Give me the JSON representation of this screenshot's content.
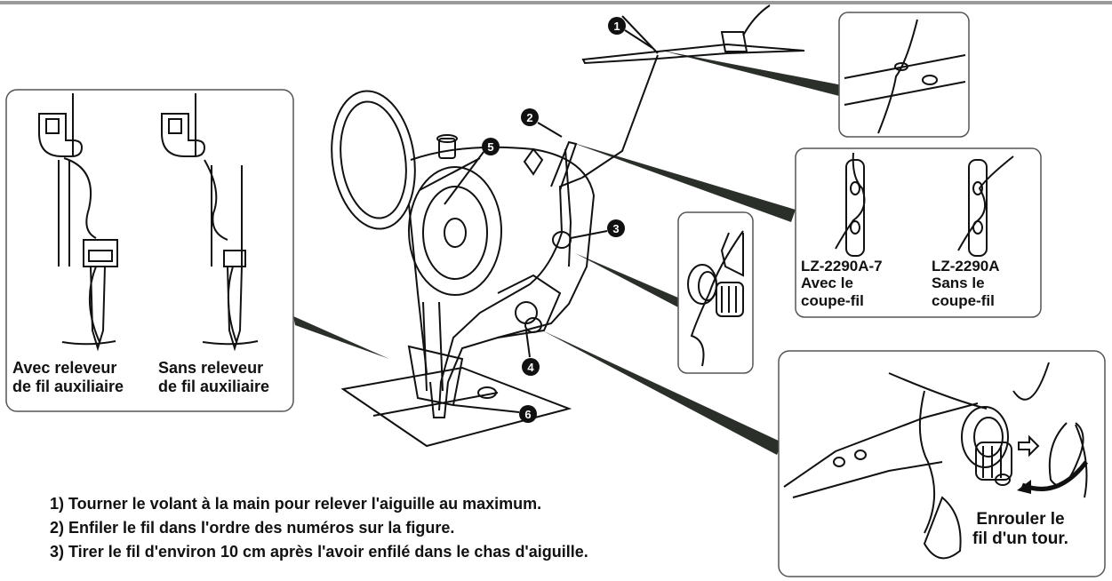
{
  "markers": [
    "1",
    "2",
    "3",
    "4",
    "5",
    "6"
  ],
  "left_box": {
    "left_caption": [
      "Avec releveur",
      "de fil auxiliaire"
    ],
    "right_caption": [
      "Sans releveur",
      "de fil auxiliaire"
    ]
  },
  "guide_box": {
    "left_caption": [
      "LZ-2290A-7",
      "Avec le",
      "coupe-fil"
    ],
    "right_caption": [
      "LZ-2290A",
      "Sans le",
      "coupe-fil"
    ]
  },
  "winder_box": {
    "caption": [
      "Enrouler le",
      "fil d'un tour."
    ]
  },
  "instructions": [
    "1) Tourner le volant à la main pour relever l'aiguille au maximum.",
    "2) Enfiler le fil dans l'ordre des numéros sur la figure.",
    "3) Tirer le fil d'environ 10 cm après l'avoir enfilé dans le chas d'aiguille."
  ],
  "colors": {
    "line": "#111111",
    "panel_border": "#555555",
    "top_rule": "#9a9a9a",
    "callout": "#2a2f2a"
  }
}
